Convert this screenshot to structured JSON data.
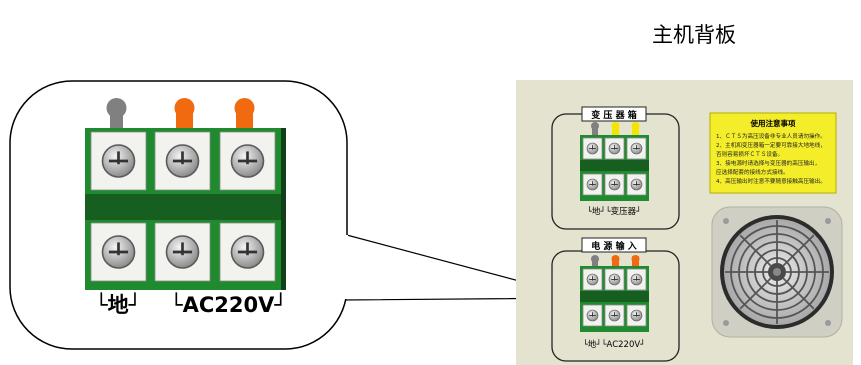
{
  "header": {
    "title": "主机背板"
  },
  "callout": {
    "label_ground": "└地┘",
    "label_ac": "└AC220V┘"
  },
  "panel": {
    "transformer_box": {
      "title": "变 压 器 箱",
      "bottom_label": "└地┘└变压器┘"
    },
    "power_input_box": {
      "title": "电 源 输 入",
      "bottom_label": "└地┘└AC220V┘"
    },
    "notice": {
      "title": "使用注意事项",
      "lines": [
        "1、ＣＴＳ为高压设备非专业人员请勿操作。",
        "2、主机和变压器箱一定要可靠接大地地线，",
        "   否则容易损坏ＣＴＳ设备。",
        "3、接电源时请选择与变压器的高压输出，",
        "   应选择配套的接线方式接线。",
        "4、高压输出时注意不要随意接触高压输出。"
      ]
    }
  },
  "colors": {
    "terminal_green": "#1f8a2e",
    "terminal_dark": "#165f20",
    "bracket_gray": "#808080",
    "bracket_orange": "#f26a10",
    "bracket_yellow": "#f2e600",
    "panel_bg": "#e4e3cf",
    "notice_bg": "#f4ee2a",
    "fan_metal": "#c0c0c0"
  },
  "icons": [
    "terminal-screw-icon",
    "fan-icon",
    "panel-screw-icon"
  ]
}
